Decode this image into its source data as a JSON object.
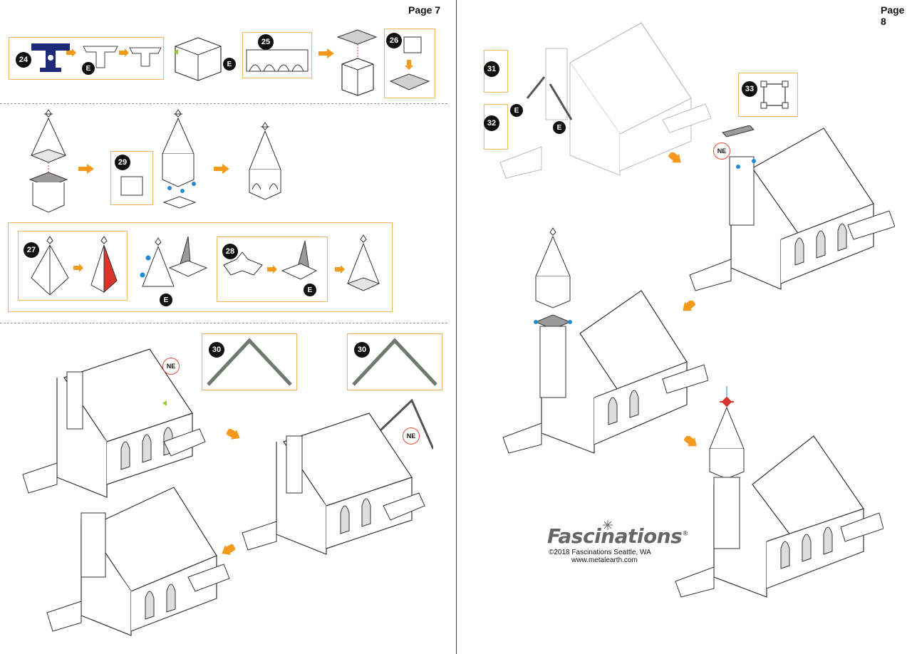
{
  "pages": {
    "left": "Page 7",
    "right": "Page 8"
  },
  "steps": {
    "s24": "24",
    "s25": "25",
    "s26": "26",
    "s27": "27",
    "s28": "28",
    "s29": "29",
    "s30a": "30",
    "s30b": "30",
    "s31": "31",
    "s32": "32",
    "s33": "33"
  },
  "badges": {
    "e": "E",
    "ne": "NE"
  },
  "brand": {
    "logo": "Fascinations",
    "registered": "®",
    "copyright": "©2018 Fascinations Seattle, WA",
    "website": "www.metalearth.com"
  },
  "colors": {
    "orange": "#f39a1e",
    "box_border": "#f0b565",
    "navy": "#1d2a7a",
    "red": "#d9342b",
    "blue_dot": "#1f8ad6",
    "green_tri": "#9cc93a"
  }
}
